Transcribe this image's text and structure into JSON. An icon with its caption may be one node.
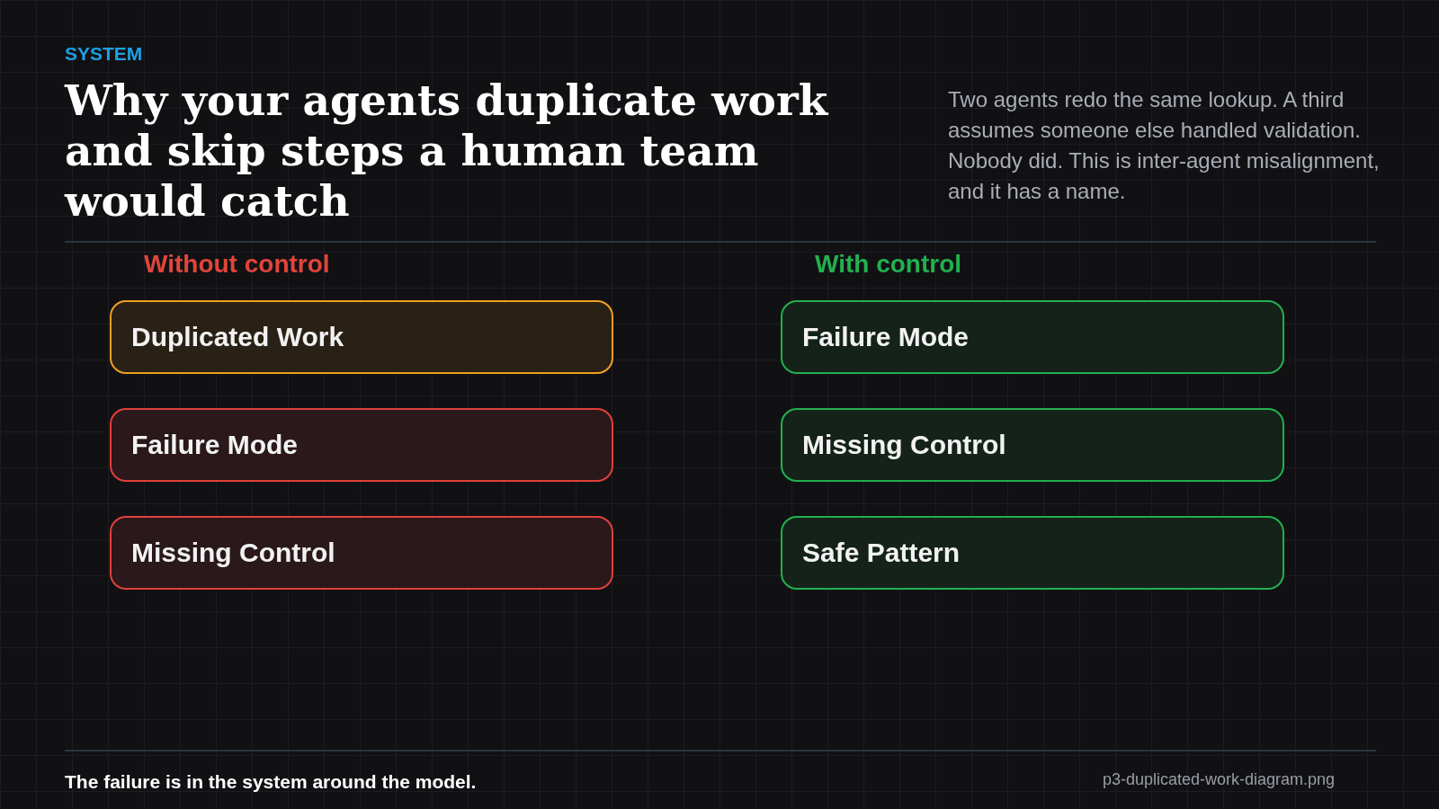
{
  "diagram": {
    "title": "Why your agents duplicate work and skip steps a human team would catch",
    "caption": "The failure is in the system around the model.",
    "nodes": [
      {
        "text": [
          "Duplicated Work"
        ]
      },
      {
        "text": [
          "Failure Mode"
        ]
      },
      {
        "text": [
          "Missing Control"
        ]
      },
      {
        "text": [
          "Failure Mode"
        ]
      },
      {
        "text": [
          "Missing Control"
        ]
      },
      {
        "text": [
          "Safe Pattern"
        ]
      }
    ],
    "edges": [],
    "labels": [
      "SYSTEM",
      "Two agents redo the same lookup. A third assumes someone else handled validation. Nobody did. This is inter-agent misalignment, and it has a name.",
      "Without control",
      "With control",
      "p3-duplicated-work-diagram.png"
    ]
  }
}
